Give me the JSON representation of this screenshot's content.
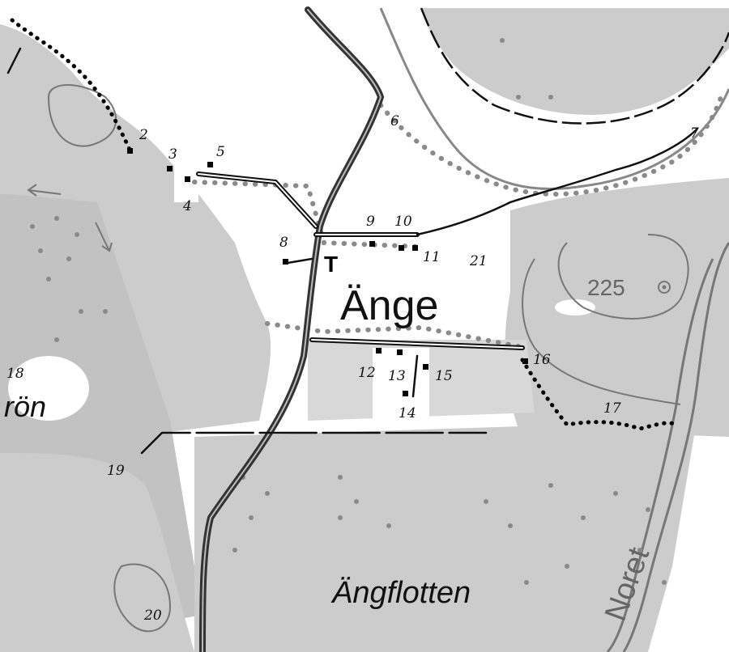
{
  "map": {
    "place_names": {
      "village": "Änge",
      "area": "Ängflotten",
      "river": "Noret",
      "edge_label": "rön"
    },
    "contour_label": "225",
    "symbol": "T",
    "checkpoints": [
      "2",
      "3",
      "4",
      "5",
      "6",
      "7",
      "8",
      "9",
      "10",
      "11",
      "12",
      "13",
      "14",
      "15",
      "16",
      "17",
      "18",
      "19",
      "20",
      "21"
    ],
    "colors": {
      "paper": "#ffffff",
      "ink": "#111111",
      "road": "#333333",
      "trail": "#000000",
      "vegetation": "#cccccc",
      "dots": "#8a8a8a",
      "contour": "#777777"
    }
  }
}
